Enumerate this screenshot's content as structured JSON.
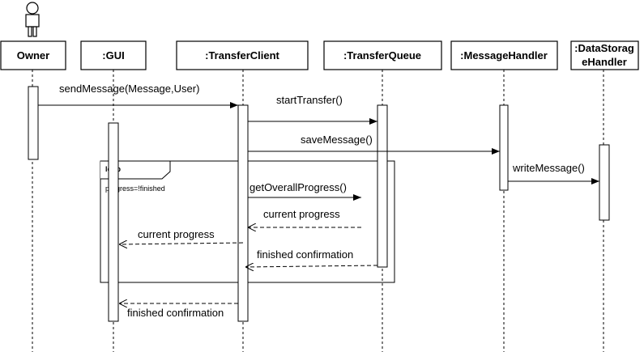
{
  "actor": {
    "name": "Owner"
  },
  "participants": [
    {
      "id": "owner",
      "label": "Owner"
    },
    {
      "id": "gui",
      "label": ":GUI"
    },
    {
      "id": "transferclient",
      "label": ":TransferClient"
    },
    {
      "id": "transferqueue",
      "label": ":TransferQueue"
    },
    {
      "id": "messagehandler",
      "label": ":MessageHandler"
    },
    {
      "id": "datastoragehandler",
      "label_line1": ":DataStorag",
      "label_line2": "eHandler"
    }
  ],
  "messages": [
    {
      "label": "sendMessage(Message,User)"
    },
    {
      "label": "startTransfer()"
    },
    {
      "label": "saveMessage()"
    },
    {
      "label": "writeMessage()"
    },
    {
      "label": "getOverallProgress()"
    },
    {
      "label": "current progress"
    },
    {
      "label": "current progress"
    },
    {
      "label": "finished confirmation"
    },
    {
      "label": "finished confirmation"
    }
  ],
  "fragment": {
    "operator": "loop",
    "guard": "progress=!finished"
  }
}
